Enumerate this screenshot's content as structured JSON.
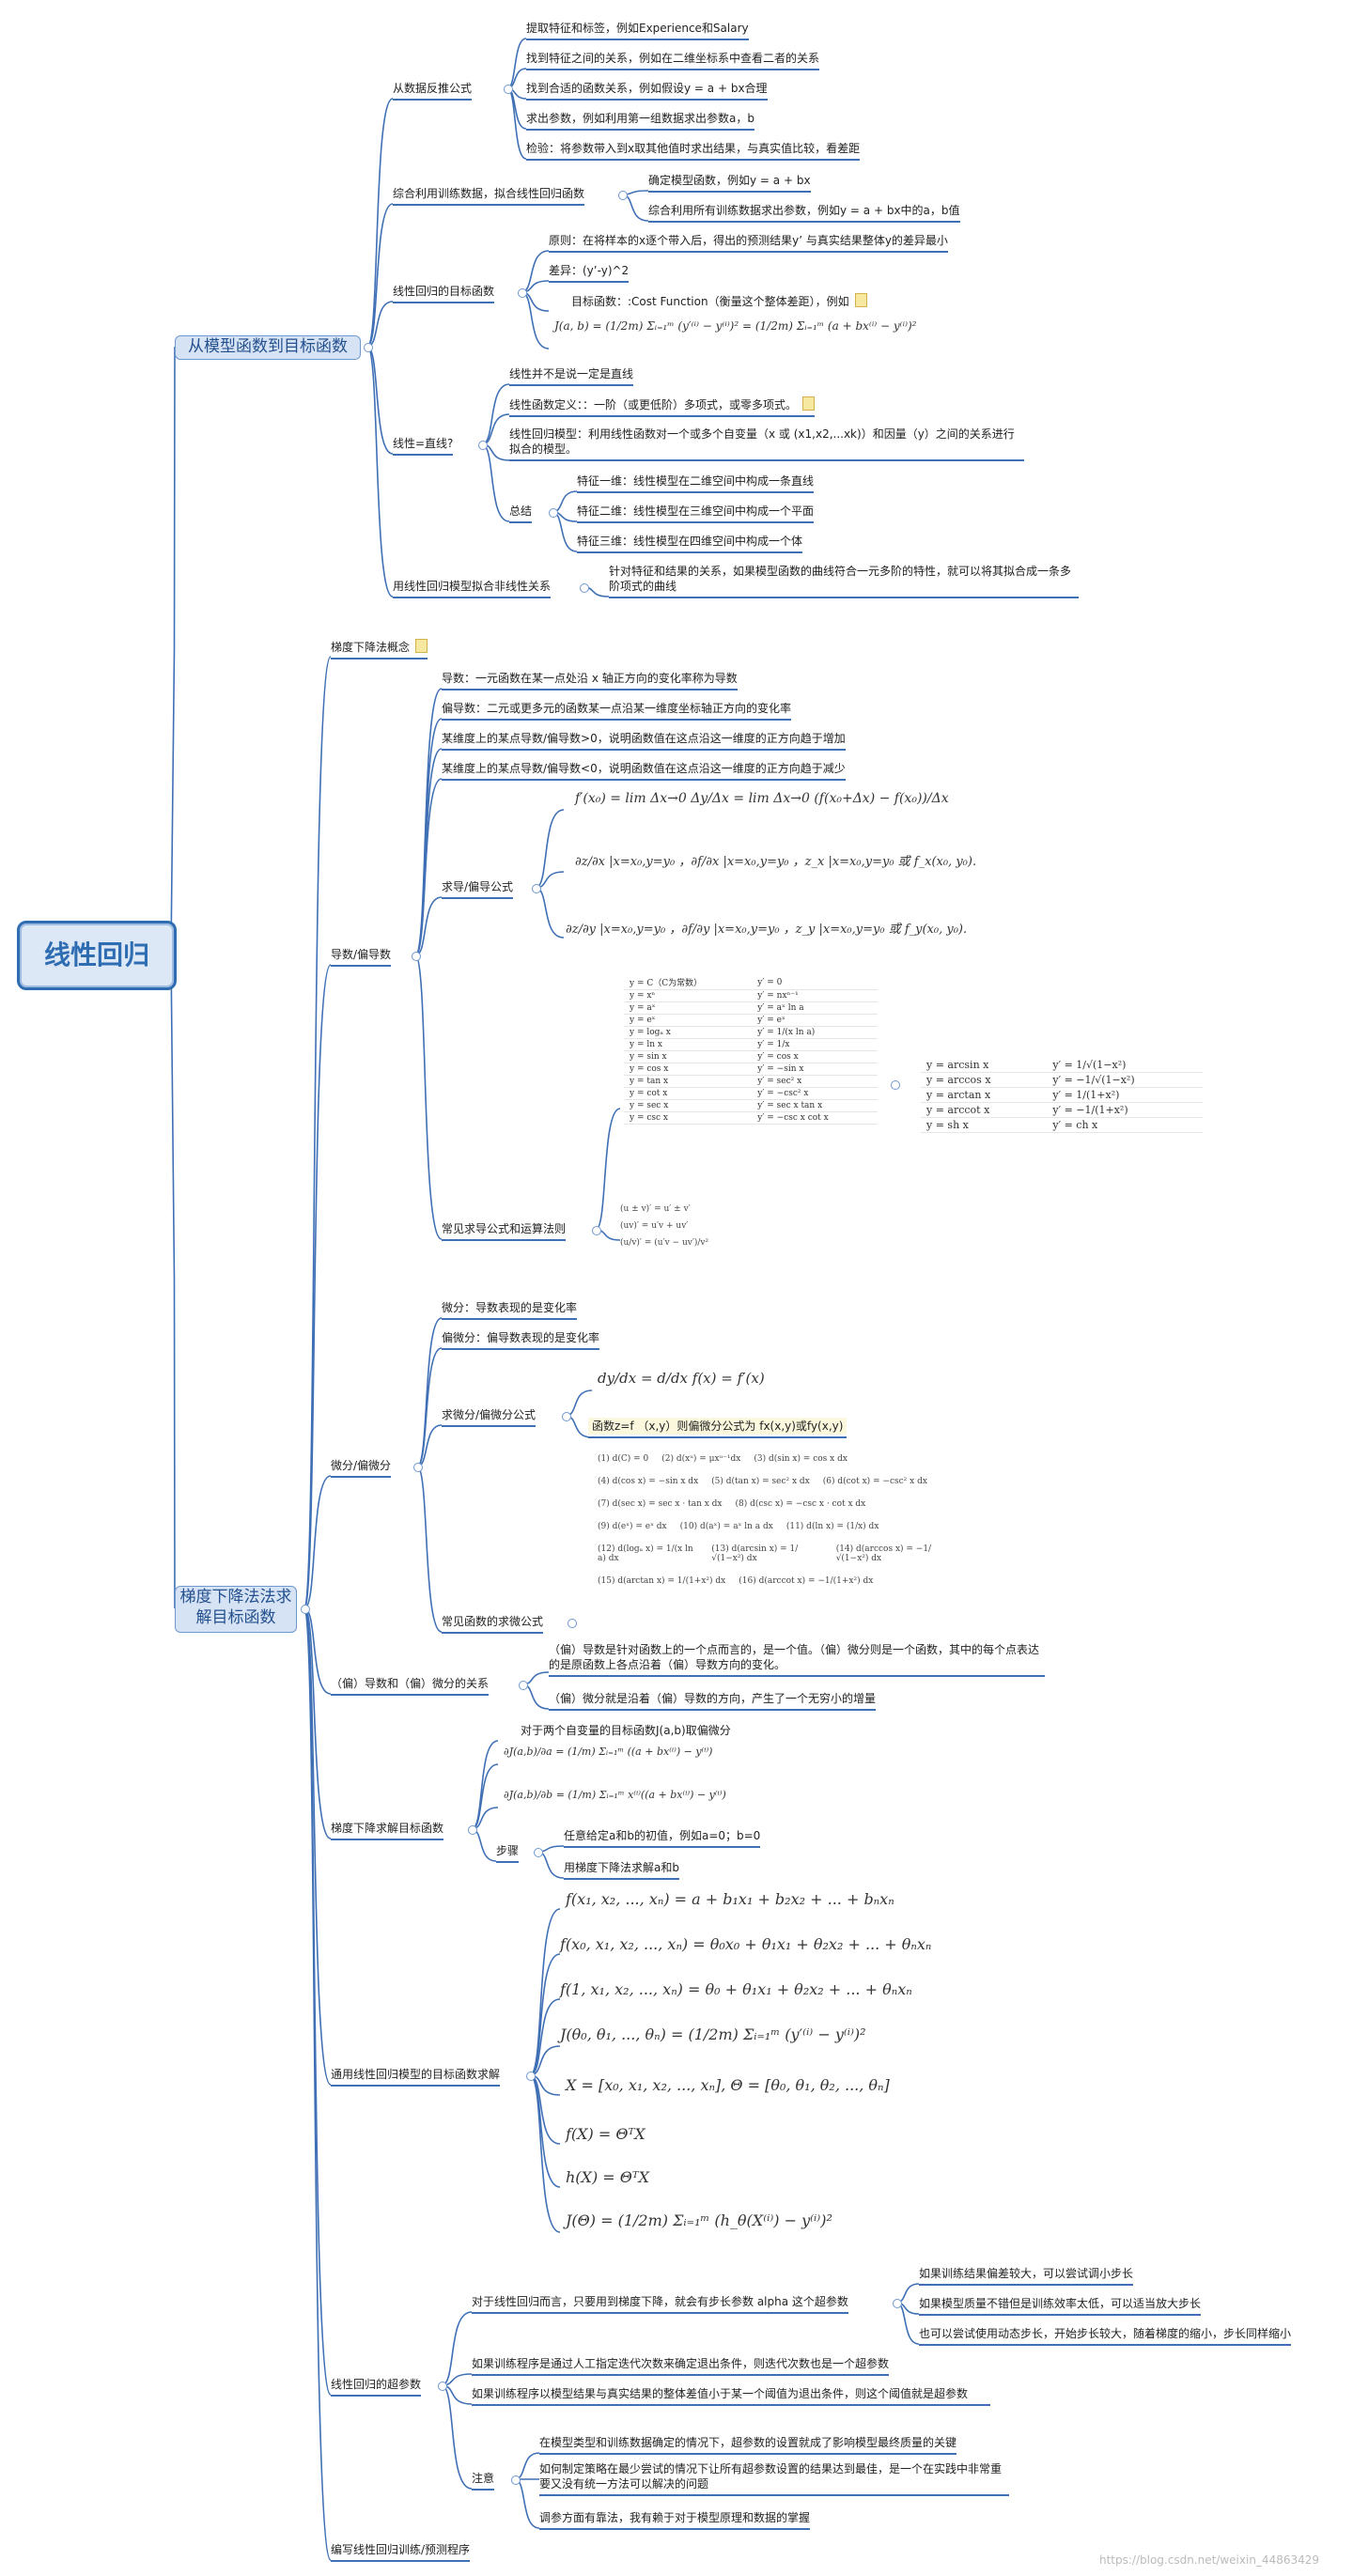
{
  "root": "线性回归",
  "colors": {
    "line": "#3f6fb5",
    "main_fill": "#d6e3f4",
    "root_fill": "#dde8f6"
  },
  "icons": [
    "note-icon",
    "fold-toggle-icon"
  ],
  "b1": {
    "title": "从模型函数到目标函数",
    "s1": {
      "label": "从数据反推公式",
      "items": [
        "提取特征和标签，例如Experience和Salary",
        "找到特征之间的关系，例如在二维坐标系中查看二者的关系",
        "找到合适的函数关系，例如假设y = a + bx合理",
        "求出参数，例如利用第一组数据求出参数a，b",
        "检验：将参数带入到x取其他值时求出结果，与真实值比较，看差距"
      ]
    },
    "s2": {
      "label": "综合利用训练数据，拟合线性回归函数",
      "items": [
        "确定模型函数，例如y = a + bx",
        "综合利用所有训练数据求出参数，例如y = a + bx中的a，b值"
      ]
    },
    "s3": {
      "label": "线性回归的目标函数",
      "items": [
        "原则：在将样本的x逐个带入后，得出的预测结果y’ 与真实结果整体y的差异最小",
        "差异：(y’-y)^2",
        "目标函数：:Cost Function（衡量这个整体差距），例如"
      ],
      "formula": "J(a, b) = (1/2m) Σᵢ₌₁ᵐ (y′⁽ⁱ⁾ − y⁽ⁱ⁾)² = (1/2m) Σᵢ₌₁ᵐ (a + bx⁽ⁱ⁾ − y⁽ⁱ⁾)²"
    },
    "s4": {
      "label": "线性=直线?",
      "items": [
        "线性并不是说一定是直线",
        "线性函数定义：：一阶（或更低阶）多项式，或零多项式。",
        "线性回归模型：利用线性函数对一个或多个自变量（x 或 (x1,x2,...xk)）和因量（y）之间的关系进行拟合的模型。"
      ],
      "sum_label": "总结",
      "sum": [
        "特征一维：线性模型在二维空间中构成一条直线",
        "特征二维：线性模型在三维空间中构成一个平面",
        "特征三维：线性模型在四维空间中构成一个体"
      ]
    },
    "s5": {
      "label": "用线性回归模型拟合非线性关系",
      "text": "针对特征和结果的关系，如果模型函数的曲线符合一元多阶的特性，就可以将其拟合成一条多阶项式的曲线"
    }
  },
  "b2": {
    "title": "梯度下降法法求解目标函数",
    "concept": "梯度下降法概念",
    "deriv": {
      "label": "导数/偏导数",
      "items": [
        "导数：一元函数在某一点处沿 x 轴正方向的变化率称为导数",
        "偏导数：二元或更多元的函数某一点沿某一维度坐标轴正方向的变化率",
        "某维度上的某点导数/偏导数>0，说明函数值在这点沿这一维度的正方向趋于增加",
        "某维度上的某点导数/偏导数<0，说明函数值在这点沿这一维度的正方向趋于减少"
      ],
      "formula_label": "求导/偏导公式",
      "f1": "f′(x₀) = lim Δx→0 Δy/Δx = lim Δx→0 (f(x₀+Δx) − f(x₀))/Δx",
      "f2": "∂z/∂x |x=x₀,y=y₀ ，∂f/∂x |x=x₀,y=y₀ ，z_x |x=x₀,y=y₀ 或 f_x(x₀, y₀).",
      "f3": "∂z/∂y |x=x₀,y=y₀ ，∂f/∂y |x=x₀,y=y₀ ，z_y |x=x₀,y=y₀ 或 f_y(x₀, y₀).",
      "common_label": "常见求导公式和运算法则",
      "table1": [
        [
          "y = C（C为常数）",
          "y′ = 0"
        ],
        [
          "y = xⁿ",
          "y′ = nxⁿ⁻¹"
        ],
        [
          "y = aˣ",
          "y′ = aˣ ln a"
        ],
        [
          "y = eˣ",
          "y′ = eˣ"
        ],
        [
          "y = logₐ x",
          "y′ = 1/(x ln a)"
        ],
        [
          "y = ln x",
          "y′ = 1/x"
        ],
        [
          "y = sin x",
          "y′ = cos x"
        ],
        [
          "y = cos x",
          "y′ = −sin x"
        ],
        [
          "y = tan x",
          "y′ = sec² x"
        ],
        [
          "y = cot x",
          "y′ = −csc² x"
        ],
        [
          "y = sec x",
          "y′ = sec x tan x"
        ],
        [
          "y = csc x",
          "y′ = −csc x cot x"
        ]
      ],
      "table2": [
        [
          "y = arcsin x",
          "y′ = 1/√(1−x²)"
        ],
        [
          "y = arccos x",
          "y′ = −1/√(1−x²)"
        ],
        [
          "y = arctan x",
          "y′ = 1/(1+x²)"
        ],
        [
          "y = arccot x",
          "y′ = −1/(1+x²)"
        ],
        [
          "y = sh x",
          "y′ = ch x"
        ]
      ],
      "rules": [
        "(u ± v)′ = u′ ± v′",
        "(uv)′ = u′v + uv′",
        "(u/v)′ = (u′v − uv′)/v²"
      ]
    },
    "diff": {
      "label": "微分/偏微分",
      "items": [
        "微分：导数表现的是变化率",
        "偏微分：偏导数表现的是变化率"
      ],
      "formula_label": "求微分/偏微分公式",
      "f1": "dy/dx = d/dx f(x) = f′(x)",
      "f2": "函数z=f （x,y）则偏微分公式为  fx(x,y)或fy(x,y)",
      "common_label": "常见函数的求微公式",
      "rows": [
        [
          "(1) d(C) = 0",
          "(2) d(xᵘ) = μxᵘ⁻¹dx",
          "(3) d(sin x) = cos x dx"
        ],
        [
          "(4) d(cos x) = −sin x dx",
          "(5) d(tan x) = sec² x dx",
          "(6) d(cot x) = −csc² x dx"
        ],
        [
          "(7) d(sec x) = sec x · tan x dx",
          "(8) d(csc x) = −csc x · cot x dx"
        ],
        [
          "(9) d(eˣ) = eˣ dx",
          "(10) d(aˣ) = aˣ ln a dx",
          "(11) d(ln x) = (1/x) dx"
        ],
        [
          "(12) d(logₐ x) = 1/(x ln a) dx",
          "(13) d(arcsin x) = 1/√(1−x²) dx",
          "(14) d(arccos x) = −1/√(1−x²) dx"
        ],
        [
          "(15) d(arctan x) = 1/(1+x²) dx",
          "(16) d(arccot x) = −1/(1+x²) dx"
        ]
      ]
    },
    "rel": {
      "label": "（偏）导数和（偏）微分的关系",
      "items": [
        "（偏）导数是针对函数上的一个点而言的，是一个值。（偏）微分则是一个函数，其中的每个点表达的是原函数上各点沿着（偏）导数方向的变化。",
        "（偏）微分就是沿着（偏）导数的方向，产生了一个无穷小的增量"
      ]
    },
    "gd": {
      "label": "梯度下降求解目标函数",
      "head": "对于两个自变量的目标函数J(a,b)取偏微分",
      "fa": "∂J(a,b)/∂a = (1/m) Σᵢ₌₁ᵐ ((a + bx⁽ⁱ⁾) − y⁽ⁱ⁾)",
      "fb": "∂J(a,b)/∂b = (1/m) Σᵢ₌₁ᵐ x⁽ⁱ⁾((a + bx⁽ⁱ⁾) − y⁽ⁱ⁾)",
      "steps_label": "步骤",
      "steps": [
        "任意给定a和b的初值，例如a=0；b=0",
        "用梯度下降法求解a和b"
      ]
    },
    "general": {
      "label": "通用线性回归模型的目标函数求解",
      "formulas": [
        "f(x₁, x₂, ..., xₙ) = a + b₁x₁ + b₂x₂ + ... + bₙxₙ",
        "f(x₀, x₁, x₂, ..., xₙ) = θ₀x₀ + θ₁x₁ + θ₂x₂ + ... + θₙxₙ",
        "f(1, x₁, x₂, ..., xₙ) = θ₀ + θ₁x₁ + θ₂x₂ + ... + θₙxₙ",
        "J(θ₀, θ₁, ..., θₙ) = (1/2m) Σᵢ₌₁ᵐ (y′⁽ⁱ⁾ − y⁽ⁱ⁾)²",
        "X = [x₀, x₁, x₂, ..., xₙ],  Θ = [θ₀, θ₁, θ₂, ..., θₙ]",
        "f(X) = ΘᵀX",
        "h(X) = ΘᵀX",
        "J(Θ) = (1/2m) Σᵢ₌₁ᵐ (h_θ(X⁽ⁱ⁾) − y⁽ⁱ⁾)²"
      ]
    },
    "hyper": {
      "label": "线性回归的超参数",
      "alpha": "对于线性回归而言，只要用到梯度下降，就会有步长参数 alpha 这个超参数",
      "alpha_items": [
        "如果训练结果偏差较大，可以尝试调小步长",
        "如果模型质量不错但是训练效率太低，可以适当放大步长",
        "也可以尝试使用动态步长，开始步长较大，随着梯度的缩小，步长同样缩小"
      ],
      "it1": "如果训练程序是通过人工指定迭代次数来确定退出条件，则迭代次数也是一个超参数",
      "it2": "如果训练程序以模型结果与真实结果的整体差值小于某一个阈值为退出条件，则这个阈值就是超参数",
      "note_label": "注意",
      "notes": [
        "在模型类型和训练数据确定的情况下，超参数的设置就成了影响模型最终质量的关键",
        "如何制定策略在最少尝试的情况下让所有超参数设置的结果达到最佳，是一个在实践中非常重要又没有统一方法可以解决的问题",
        "调参方面有靠法，我有赖于对于模型原理和数据的掌握"
      ]
    },
    "program": "编写线性回归训练/预测程序"
  },
  "watermark": "https://blog.csdn.net/weixin_44863429"
}
